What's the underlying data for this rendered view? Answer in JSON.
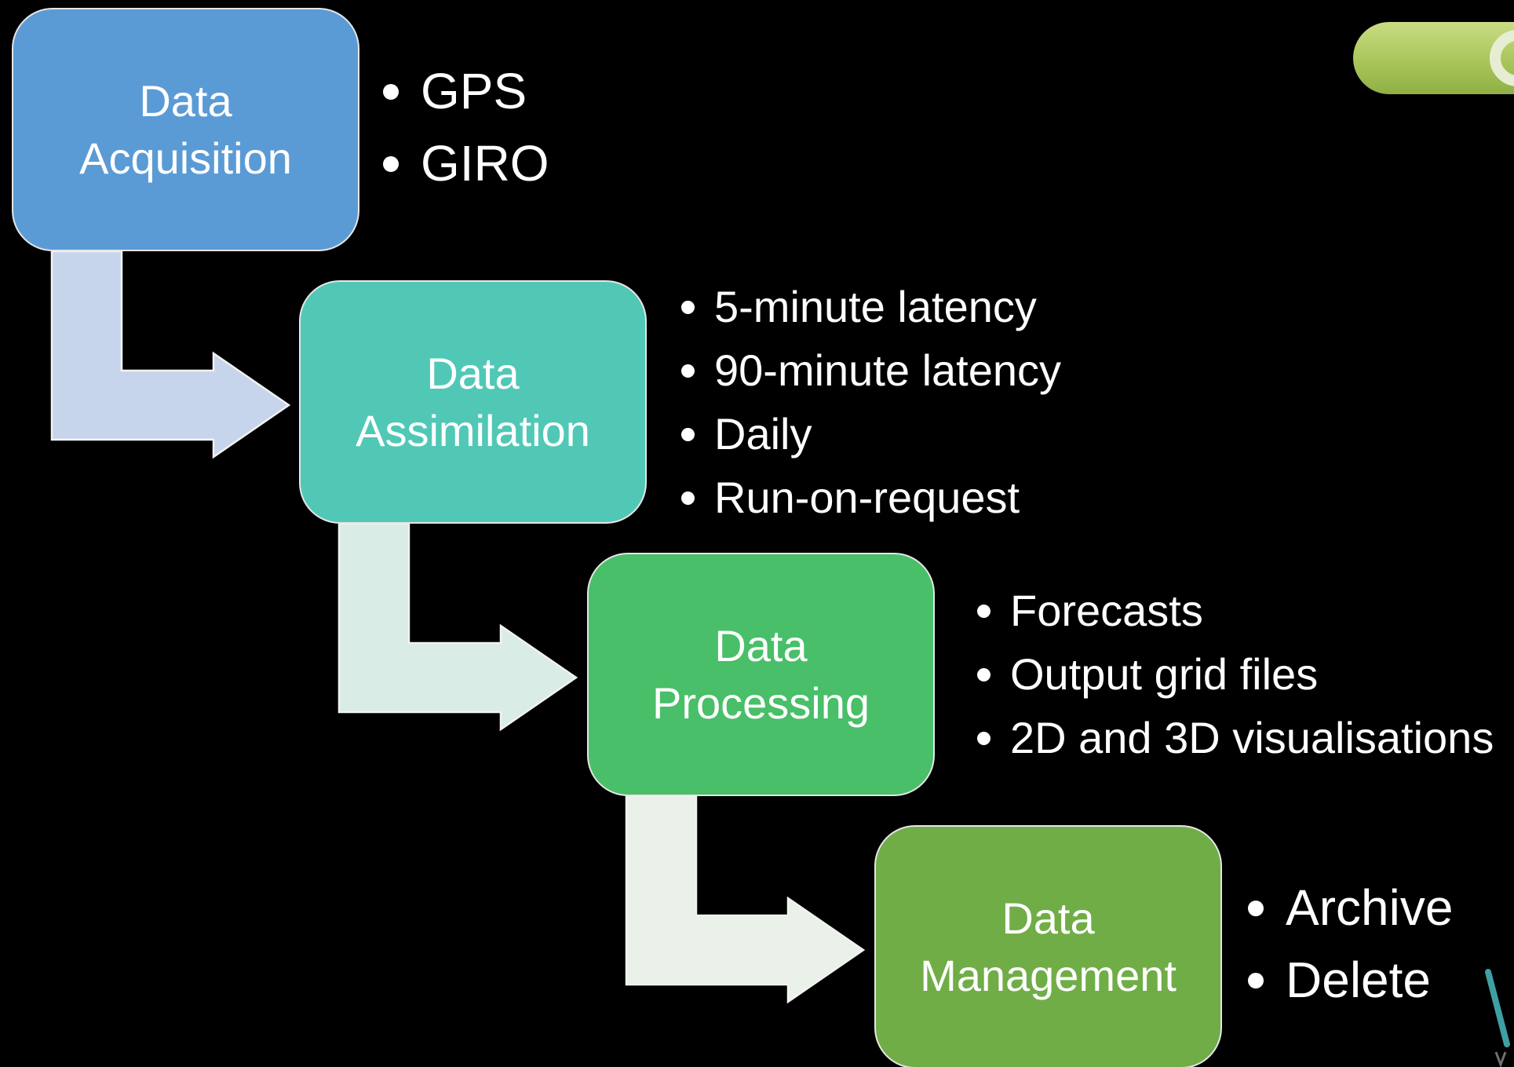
{
  "stages": [
    {
      "title_lines": [
        "Data",
        "Acquisition"
      ],
      "color": "#5b9bd5",
      "bullets": [
        "GPS",
        "GIRO"
      ]
    },
    {
      "title_lines": [
        "Data",
        "Assimilation"
      ],
      "color": "#51c8b6",
      "bullets": [
        "5-minute latency",
        "90-minute latency",
        "Daily",
        "Run-on-request"
      ]
    },
    {
      "title_lines": [
        "Data",
        "Processing"
      ],
      "color": "#48bf68",
      "bullets": [
        "Forecasts",
        "Output grid files",
        "2D and 3D visualisations"
      ]
    },
    {
      "title_lines": [
        "Data",
        "Management"
      ],
      "color": "#70ad47",
      "bullets": [
        "Archive",
        "Delete"
      ]
    }
  ],
  "connector_colors": [
    "#c6d5ec",
    "#d9ede6",
    "#e9f1e8"
  ],
  "decor": {
    "top_right_icon": "green-pill-icon",
    "bottom_right_icon": "logo-v-icon"
  }
}
